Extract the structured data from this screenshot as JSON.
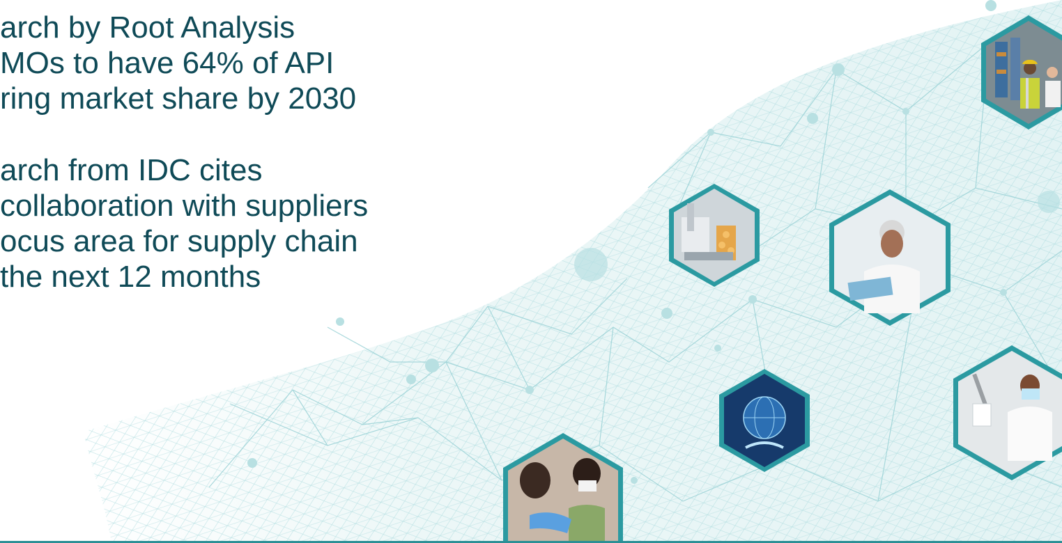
{
  "slide": {
    "paragraphs": [
      {
        "lines": [
          "arch by Root Analysis",
          "MOs to have 64% of API",
          "ring market share by 2030"
        ]
      },
      {
        "lines": [
          "arch from IDC cites",
          "collaboration with suppliers",
          "ocus area for supply chain",
          "the next 12 months"
        ]
      }
    ]
  },
  "images": [
    {
      "subject": "warehouse-workers"
    },
    {
      "subject": "lab-automation-equipment"
    },
    {
      "subject": "scientist-reviewing-results"
    },
    {
      "subject": "digital-globe"
    },
    {
      "subject": "researcher-with-pipette"
    },
    {
      "subject": "child-vaccination"
    }
  ],
  "colors": {
    "text": "#0f4a57",
    "accent_teal": "#2b9aa1",
    "mesh": "#8fcfd3",
    "mesh_fill": "#e9f6f6"
  }
}
